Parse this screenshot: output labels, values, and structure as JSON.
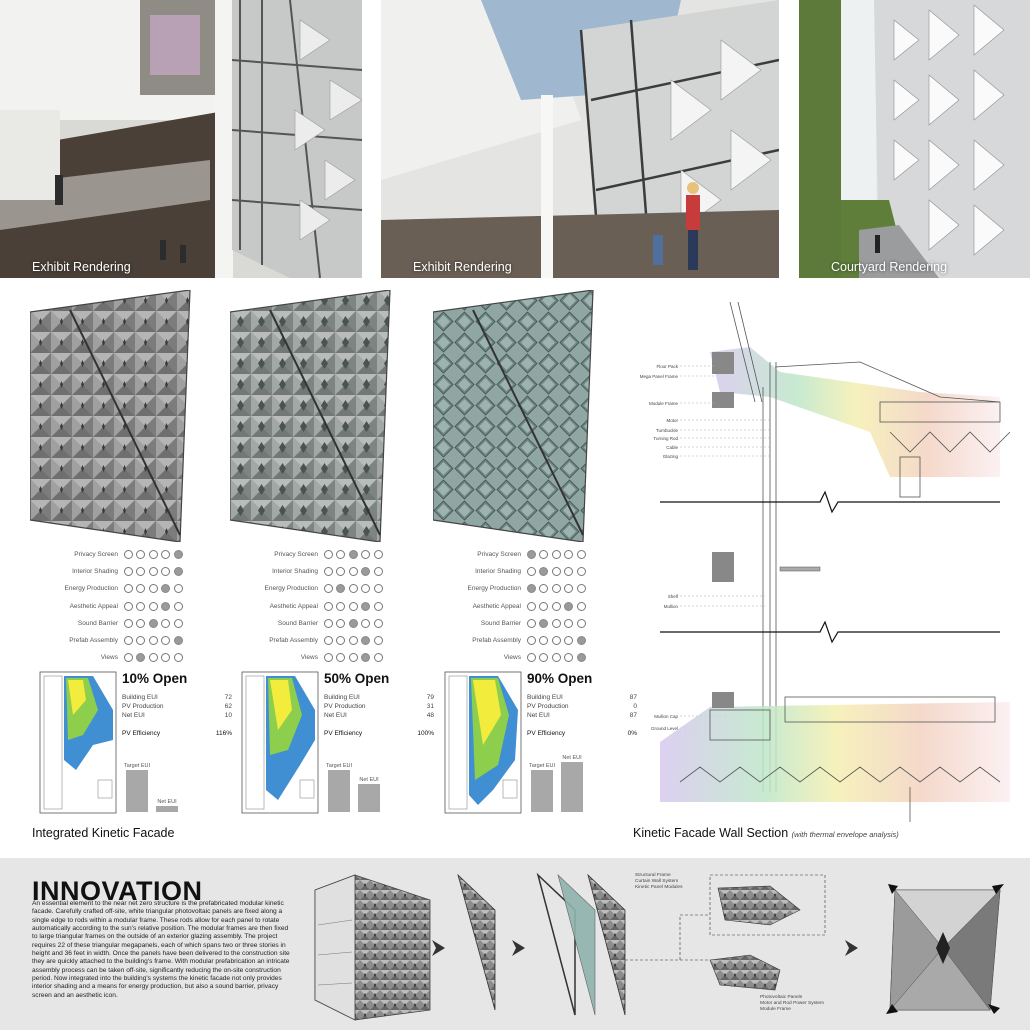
{
  "renderings": [
    {
      "caption": "Exhibit Rendering"
    },
    {
      "caption": "Exhibit Rendering"
    },
    {
      "caption": "Courtyard Rendering"
    }
  ],
  "rating_labels": [
    "Privacy Screen",
    "Interior Shading",
    "Energy Production",
    "Aesthetic Appeal",
    "Sound Barrier",
    "Prefab Assembly",
    "Views"
  ],
  "facades": [
    {
      "title": "10% Open",
      "ratings": [
        5,
        5,
        4,
        4,
        3,
        5,
        2
      ],
      "stats": [
        [
          "Building EUI",
          "72"
        ],
        [
          "PV Production",
          "62"
        ],
        [
          "Net EUI",
          "10"
        ]
      ],
      "pv_label": "PV Efficiency",
      "pv_value": "116%",
      "bars": [
        {
          "label": "Target EUI",
          "value": 72
        },
        {
          "label": "Net EUI",
          "value": 10
        }
      ]
    },
    {
      "title": "50% Open",
      "ratings": [
        3,
        4,
        2,
        4,
        3,
        4,
        4
      ],
      "stats": [
        [
          "Building EUI",
          "79"
        ],
        [
          "PV Production",
          "31"
        ],
        [
          "Net EUI",
          "48"
        ]
      ],
      "pv_label": "PV Efficiency",
      "pv_value": "100%",
      "bars": [
        {
          "label": "Target EUI",
          "value": 72
        },
        {
          "label": "Net EUI",
          "value": 48
        }
      ]
    },
    {
      "title": "90% Open",
      "ratings": [
        1,
        2,
        1,
        4,
        2,
        5,
        5
      ],
      "stats": [
        [
          "Building EUI",
          "87"
        ],
        [
          "PV Production",
          "0"
        ],
        [
          "Net EUI",
          "87"
        ]
      ],
      "pv_label": "PV Efficiency",
      "pv_value": "0%",
      "bars": [
        {
          "label": "Target EUI",
          "value": 72
        },
        {
          "label": "Net EUI",
          "value": 87
        }
      ]
    }
  ],
  "facade_section_title": "Integrated Kinetic Facade",
  "wall_section": {
    "title": "Kinetic Facade Wall Section",
    "subtitle": "(with thermal envelope analysis)",
    "labels_top": [
      "Floor Pack",
      "Mega Panel Frame",
      "Module Frame",
      "Motor",
      "Turnbuckle",
      "Turning Rod",
      "Cable",
      "Glazing"
    ],
    "labels_mid": [
      "Shelf",
      "Mullion"
    ],
    "labels_bot": [
      "Mullion Cap",
      "Ground Level"
    ]
  },
  "innovation": {
    "title": "INNOVATION",
    "text": "An essential element to the near net zero structure is the prefabricated modular kinetic facade. Carefully crafted off-site, white triangular photovoltaic panels are fixed along a single edge to rods within a modular frame. These rods allow for each panel to rotate automatically according to the sun's relative position. The modular frames are then fixed to large triangular frames on the outside of an exterior glazing assembly. The project requires 22 of these triangular megapanels, each of which spans two or three stories in height and 36 feet in width. Once the panels have been delivered to the construction site they are quickly attached to the building's frame. With modular prefabrication an intricate assembly process can be taken off-site, significantly reducing the on-site construction period. Now integrated into the building's systems the kinetic facade not only provides interior shading and a means for energy production, but also a sound barrier, privacy screen and an aesthetic icon.",
    "assembly_labels": [
      "Structural Frame",
      "Curtain Wall System",
      "Kinetic Panel Modules"
    ],
    "module_labels": [
      "Photovoltaic Panels",
      "Motor and Rod Power System",
      "Module Frame"
    ]
  }
}
